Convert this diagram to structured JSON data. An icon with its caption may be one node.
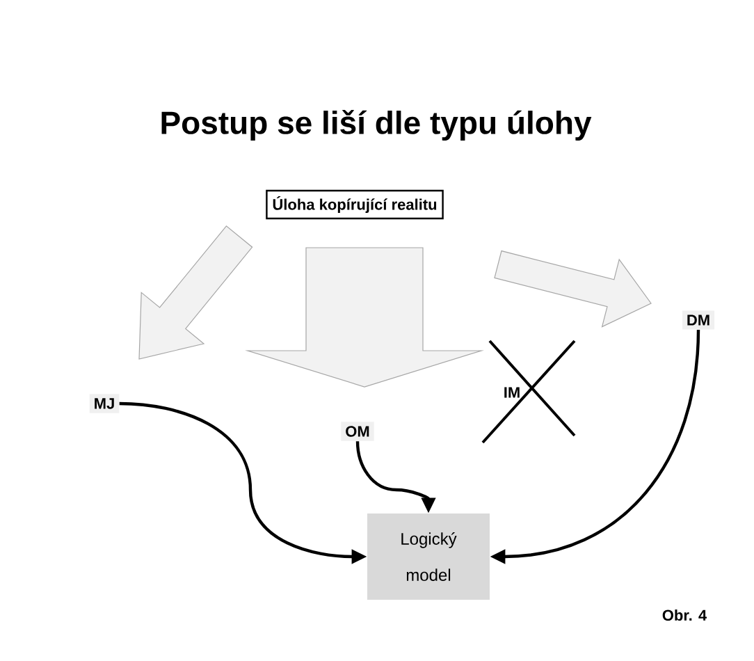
{
  "diagram": {
    "title": "Postup se liší dle typu úlohy",
    "nodes": [
      {
        "text": [
          "Úloha kopírující realitu"
        ]
      },
      {
        "text": [
          "MJ"
        ]
      },
      {
        "text": [
          "OM"
        ]
      },
      {
        "text": [
          "IM"
        ]
      },
      {
        "text": [
          "DM"
        ]
      },
      {
        "text": [
          "Logický model"
        ]
      }
    ],
    "edges": [
      {
        "from": 0,
        "to": 1,
        "arrow": "to",
        "style": "thick"
      },
      {
        "from": 0,
        "to": 2,
        "arrow": "to",
        "style": "thick"
      },
      {
        "from": 0,
        "to": 4,
        "arrow": "to",
        "style": "thick"
      },
      {
        "from": 1,
        "to": 5,
        "arrow": "to"
      },
      {
        "from": 2,
        "to": 5,
        "arrow": "to"
      },
      {
        "from": 4,
        "to": 5,
        "arrow": "to"
      }
    ],
    "caption": "Obr. 4"
  }
}
